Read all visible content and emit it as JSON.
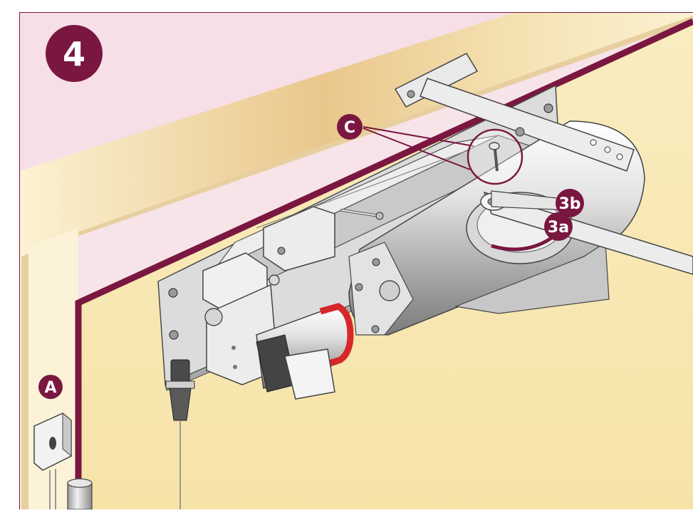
{
  "step": {
    "number": "4"
  },
  "callouts": {
    "a": "A",
    "c": "C",
    "three_a": "3a",
    "three_b": "3b"
  },
  "colors": {
    "frame_pink": "#f5dde3",
    "wall_cream": "#fbf2d2",
    "beam_tan": "#e8c98e",
    "door_yellow": "#f8e9b6",
    "seal_maroon": "#7a1740",
    "metal_light": "#f2f2f2",
    "metal_mid": "#cfcfcf",
    "metal_dark": "#8f8f8f",
    "red_band": "#d6272b"
  }
}
